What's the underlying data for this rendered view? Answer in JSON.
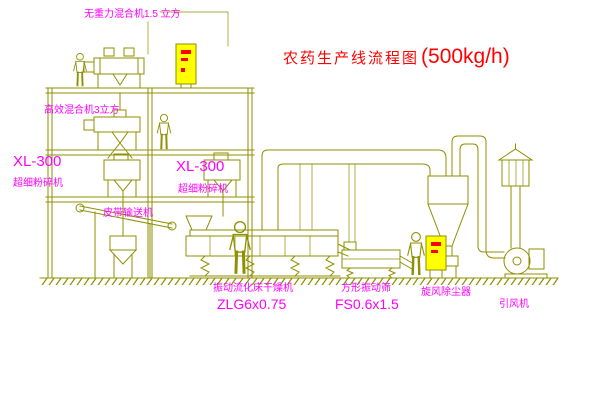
{
  "diagram": {
    "title": {
      "main": "农药生产线流程图",
      "capacity": "(500kg/h)"
    },
    "labels": {
      "top_mixer": "无重力混合机1.5 立方",
      "floor2_mixer": "高效混合机3立方",
      "pulverizer_left_model": "XL-300",
      "pulverizer_left_name": "超细粉碎机",
      "pulverizer_right_model": "XL-300",
      "pulverizer_right_name": "超细粉碎机",
      "belt_conveyor": "皮带输送机",
      "dryer_name": "振动流化床干燥机",
      "dryer_model": "ZLG6x0.75",
      "screen_name": "方形振动筛",
      "screen_model": "FS0.6x1.5",
      "cyclone_name": "旋风除尘器",
      "fan_name": "引风机"
    },
    "colors": {
      "line": "#8f8f00",
      "label": "#ff00ff",
      "title": "#ff0000",
      "cabinet_fill": "#ffff00",
      "marker": "#ff0000"
    }
  }
}
